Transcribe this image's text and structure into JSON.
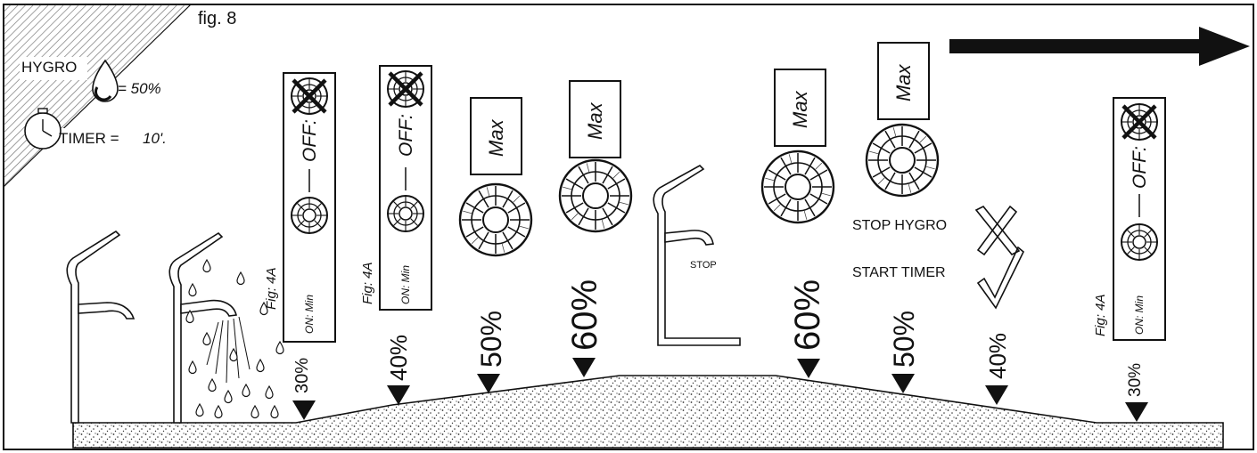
{
  "figure": {
    "title": "fig. 8"
  },
  "legend": {
    "hygro_label": "HYGRO",
    "hygro_value": "= 50%",
    "timer_label": "TIMER =",
    "timer_value": "10'."
  },
  "stages": [
    {
      "humidity": "30%",
      "mode": "Fig: 4A",
      "off_label": "OFF:",
      "on_label": "ON: Min"
    },
    {
      "humidity": "40%",
      "mode": "Fig: 4A",
      "off_label": "OFF:",
      "on_label": "ON: Min"
    },
    {
      "humidity": "50%",
      "mode": "Max"
    },
    {
      "humidity": "60%",
      "mode": "Max"
    },
    {
      "humidity": "60%",
      "mode": "Max"
    },
    {
      "humidity": "50%",
      "mode": "Max"
    },
    {
      "humidity": "40%"
    },
    {
      "humidity": "30%",
      "mode": "Fig: 4A",
      "off_label": "OFF:",
      "on_label": "ON: Min"
    }
  ],
  "annotations": {
    "stop": "STOP",
    "stop_hygro": "STOP HYGRO",
    "start_timer": "START TIMER"
  },
  "colors": {
    "ink": "#111111",
    "hatch": "#777777",
    "paper": "#ffffff"
  }
}
